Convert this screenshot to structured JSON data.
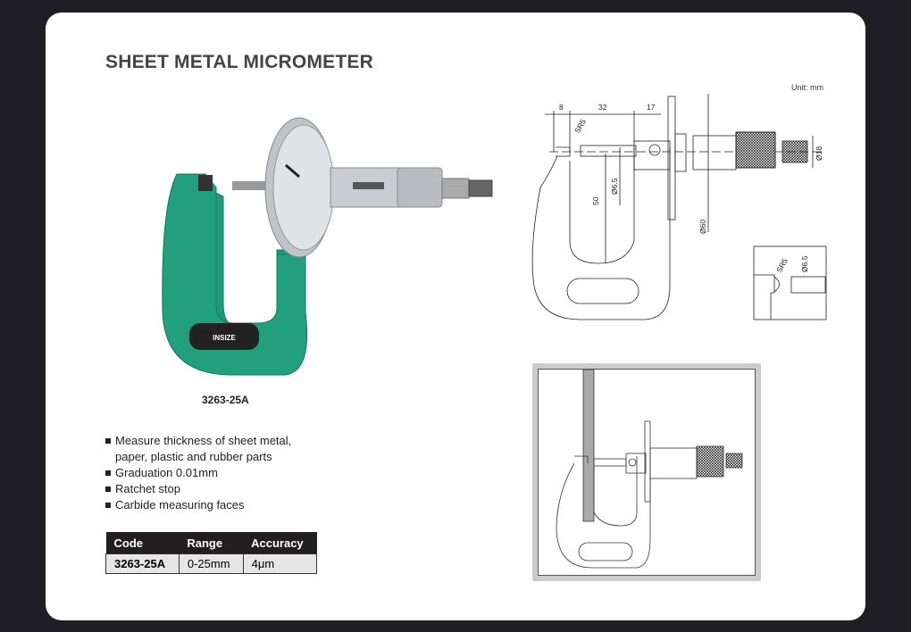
{
  "title": "SHEET METAL MICROMETER",
  "photo": {
    "caption": "3263-25A",
    "brand": "INSIZE"
  },
  "features": [
    "Measure thickness of sheet metal,",
    "paper, plastic and rubber parts",
    "Graduation 0.01mm",
    "Ratchet stop",
    "Carbide measuring faces"
  ],
  "table": {
    "headers": [
      "Code",
      "Range",
      "Accuracy"
    ],
    "rows": [
      [
        "3263-25A",
        "0-25mm",
        "4μm"
      ]
    ]
  },
  "drawing": {
    "unit": "Unit: mm",
    "dims": {
      "a": "8",
      "b": "32",
      "c": "17",
      "sr": "SR5",
      "d65": "Ø6.5",
      "h50": "50",
      "d60": "Ø60",
      "d18": "Ø18"
    },
    "detail": {
      "sr": "SR5",
      "d65": "Ø6.5"
    }
  },
  "colors": {
    "frame_green": "#1f9a78",
    "title": "#444444"
  }
}
